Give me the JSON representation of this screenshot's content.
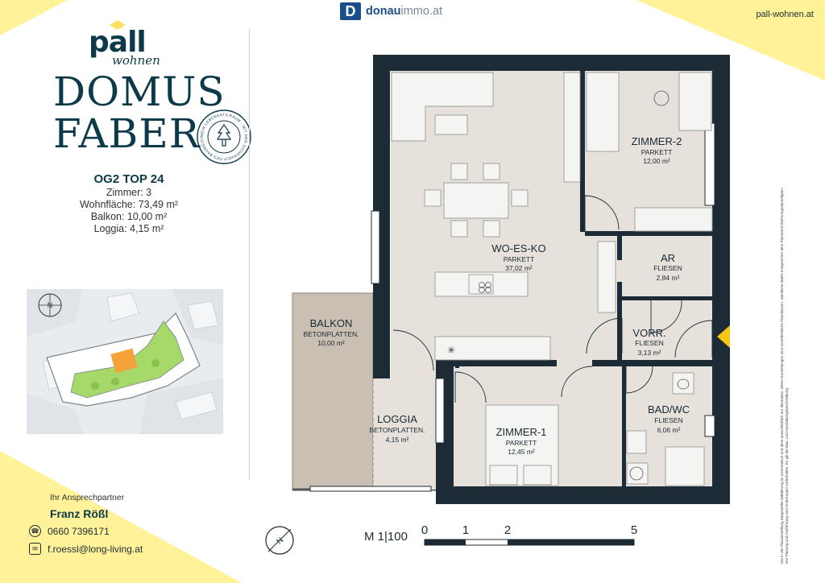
{
  "header": {
    "partner_logo_letter": "D",
    "partner_logo_text_a": "donau",
    "partner_logo_text_b": "immo.at",
    "website": "pall-wohnen.at"
  },
  "brand": {
    "name": "pall",
    "subtitle": "wohnen",
    "project_line1": "DOMUS",
    "project_line2": "FABER",
    "seal_text": "MEIN LEBENSSTILRAUM · MIT DER SICHERHEIT DES BAUMEISTERS"
  },
  "unit": {
    "title": "OG2 TOP 24",
    "rooms": "Zimmer: 3",
    "living_area": "Wohnfläche: 73,49 m²",
    "balcony": "Balkon: 10,00 m²",
    "loggia": "Loggia: 4,15 m²"
  },
  "contact": {
    "title": "Ihr Ansprechpartner",
    "name": "Franz Rößl",
    "phone": "0660 7396171",
    "email": "f.roessl@long-living.at"
  },
  "rooms": [
    {
      "name": "ZIMMER-2",
      "floor": "PARKETT",
      "area": "12,00 m²"
    },
    {
      "name": "WO-ES-KO",
      "floor": "PARKETT",
      "area": "37,02 m²"
    },
    {
      "name": "AR",
      "floor": "FLIESEN",
      "area": "2,84 m²"
    },
    {
      "name": "VORR.",
      "floor": "FLIESEN",
      "area": "3,13 m²"
    },
    {
      "name": "BALKON",
      "floor": "BETONPLATTEN.",
      "area": "10,00 m²"
    },
    {
      "name": "LOGGIA",
      "floor": "BETONPLATTEN.",
      "area": "4,15 m²"
    },
    {
      "name": "BAD/WC",
      "floor": "FLIESEN",
      "area": "6,06 m²"
    },
    {
      "name": "ZIMMER-1",
      "floor": "PARKETT",
      "area": "12,45 m²"
    }
  ],
  "scale": {
    "label": "M 1|100",
    "ticks": [
      "0",
      "1",
      "2",
      "5"
    ]
  },
  "siteplan": {
    "north": "N"
  },
  "compass": {
    "north": "N"
  },
  "disclaimer": "Die in der Planderstellung dargestellte Möblierung ist schematisch und dient ausschließlich zur Illustration. Diese Darstellungen sind unverbindliche Planskizzen. Sämtliche Maße entsprechen dem Planstand Wohnungsdarstellplan. Der Planung und Ausführung sind Änderungen vorbehalten. Es gilt die Bau- und Ausstattungsbeschreibung.",
  "colors": {
    "navy": "#0d3a4a",
    "wall": "#1c2b36",
    "floor": "#e6e1da",
    "balcony": "#c9bfb2",
    "yellow": "#fff299",
    "siteplan_green": "#a6d86a",
    "siteplan_orange": "#f5a23a"
  }
}
